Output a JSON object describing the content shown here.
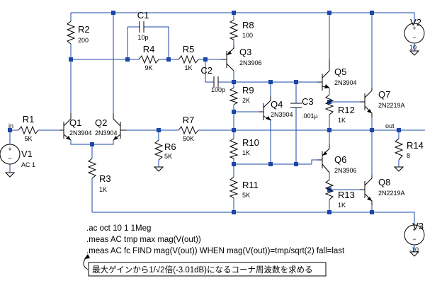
{
  "components": {
    "R1": {
      "name": "R1",
      "value": "5K"
    },
    "R2": {
      "name": "R2",
      "value": "200"
    },
    "R3": {
      "name": "R3",
      "value": "1K"
    },
    "R4": {
      "name": "R4",
      "value": "9K"
    },
    "R5": {
      "name": "R5",
      "value": "1K"
    },
    "R6": {
      "name": "R6",
      "value": "5K"
    },
    "R7": {
      "name": "R7",
      "value": "50K"
    },
    "R8": {
      "name": "R8",
      "value": "100"
    },
    "R9": {
      "name": "R9",
      "value": "2K"
    },
    "R10": {
      "name": "R10",
      "value": "1K"
    },
    "R11": {
      "name": "R11",
      "value": "5K"
    },
    "R12": {
      "name": "R12",
      "value": "1K"
    },
    "R13": {
      "name": "R13",
      "value": "1K"
    },
    "R14": {
      "name": "R14",
      "value": "8"
    },
    "C1": {
      "name": "C1",
      "value": "10p"
    },
    "C2": {
      "name": "C2",
      "value": "100p"
    },
    "C3": {
      "name": "C3",
      "value": ".001µ"
    },
    "Q1": {
      "name": "Q1",
      "model": "2N3904"
    },
    "Q2": {
      "name": "Q2",
      "model": "2N3904"
    },
    "Q3": {
      "name": "Q3",
      "model": "2N3906"
    },
    "Q4": {
      "name": "Q4",
      "model": "2N3904"
    },
    "Q5": {
      "name": "Q5",
      "model": "2N3904"
    },
    "Q6": {
      "name": "Q6",
      "model": "2N3906"
    },
    "Q7": {
      "name": "Q7",
      "model": "2N2219A"
    },
    "Q8": {
      "name": "Q8",
      "model": "2N2219A"
    },
    "V1": {
      "name": "V1",
      "value": "AC 1"
    },
    "V2": {
      "name": "V2",
      "value": "10"
    },
    "V3": {
      "name": "V3",
      "value": "-10"
    }
  },
  "nets": {
    "input": "in",
    "output": "out"
  },
  "source_signs": {
    "plus": "+",
    "minus": "−"
  },
  "directives": [
    ".ac oct 10 1 1Meg",
    ".meas AC tmp max mag(V(out))",
    ".meas AC fc FIND mag(V(out)) WHEN mag(V(out))=tmp/sqrt(2) fall=last"
  ],
  "comment": "最大ゲインから1/√2倍(-3.01dB)になるコーナ周波数を求める",
  "colors": {
    "wire": "#1a47a8",
    "component": "#000000",
    "background": "#ffffff"
  }
}
